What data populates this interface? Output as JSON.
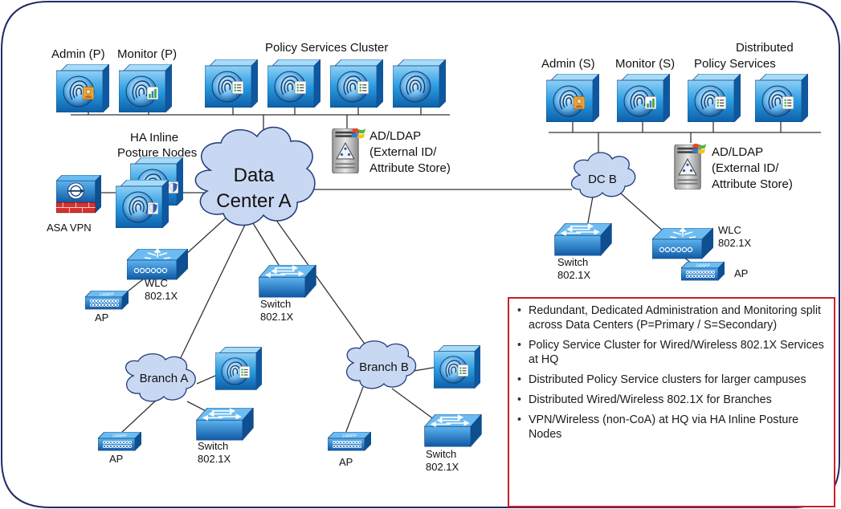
{
  "diagram": {
    "primary_nodes": {
      "admin_p": "Admin (P)",
      "monitor_p": "Monitor (P)",
      "psn_cluster": "Policy Services Cluster"
    },
    "secondary_nodes": {
      "admin_s": "Admin (S)",
      "monitor_s": "Monitor (S)",
      "dist_psn_line1": "Distributed",
      "dist_psn_line2": "Policy Services"
    },
    "ad_ldap_a": [
      "AD/LDAP",
      "(External ID/",
      "Attribute Store)"
    ],
    "ad_ldap_b": [
      "AD/LDAP",
      "(External ID/",
      "Attribute Store)"
    ],
    "ha_inline": [
      "HA Inline",
      "Posture Nodes"
    ],
    "asa_vpn": "ASA VPN",
    "clouds": {
      "dc_a_line1": "Data",
      "dc_a_line2": "Center A",
      "dc_b": "DC B",
      "branch_a": "Branch A",
      "branch_b": "Branch B"
    },
    "access": {
      "wlc_a": [
        "WLC",
        "802.1X"
      ],
      "ap_a": "AP",
      "switch_a": [
        "Switch",
        "802.1X"
      ],
      "switch_dcb": [
        "Switch",
        "802.1X"
      ],
      "wlc_b": [
        "WLC",
        "802.1X"
      ],
      "ap_b": "AP",
      "branch_a_ap": "AP",
      "branch_a_switch": [
        "Switch",
        "802.1X"
      ],
      "branch_b_ap": "AP",
      "branch_b_switch": [
        "Switch",
        "802.1X"
      ]
    }
  },
  "notes": [
    "Redundant, Dedicated Administration and Monitoring split across Data Centers (P=Primary / S=Secondary)",
    "Policy Service Cluster for Wired/Wireless 802.1X Services at HQ",
    "Distributed Policy Service clusters for larger campuses",
    "Distributed Wired/Wireless 802.1X for Branches",
    "VPN/Wireless (non-CoA) at HQ via HA Inline Posture Nodes"
  ],
  "colors": {
    "border": "#1f2a66",
    "cloud": "#c9d8f2",
    "cloud_stroke": "#1f3a7a",
    "note_border": "#c8202a",
    "device_blue": "#1d7fcf"
  }
}
